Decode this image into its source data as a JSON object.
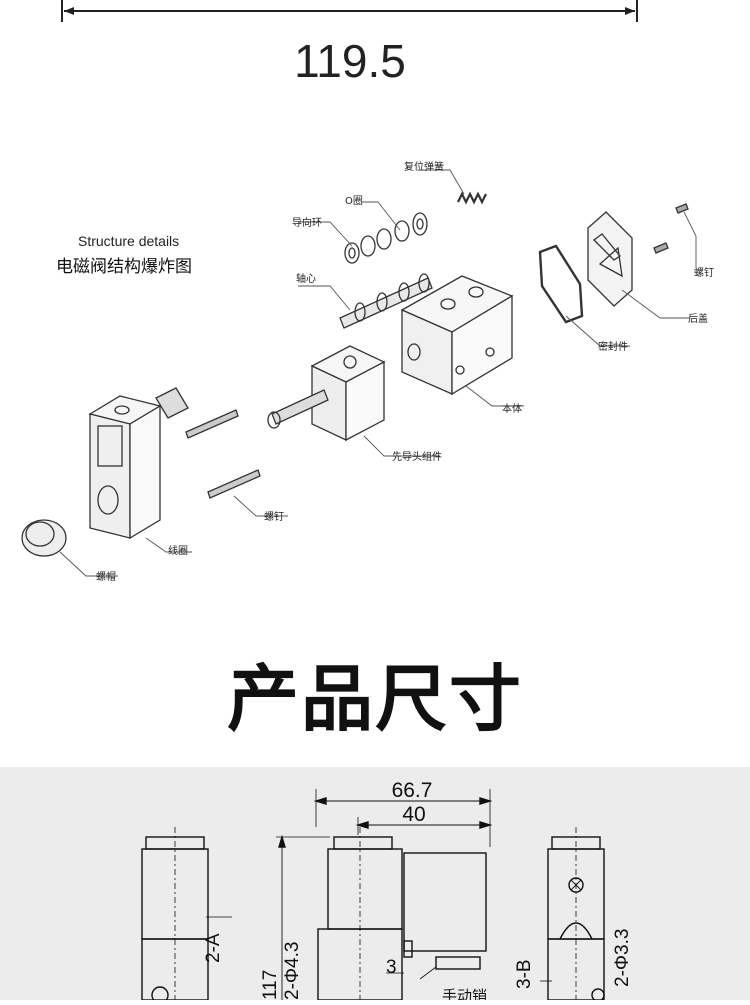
{
  "top_dimension": "119.5",
  "exploded_view": {
    "title_en": "Structure details",
    "title_cn": "电磁阀结构爆炸图",
    "labels": {
      "reset_spring": "复位弹簧",
      "o_ring": "O圈",
      "guide_ring": "导向环",
      "spool": "轴心",
      "screw_top": "螺钉",
      "rear_cover": "后盖",
      "gasket": "密封件",
      "body": "本体",
      "pilot_head": "先导头组件",
      "screw_bottom": "螺钉",
      "coil": "线圈",
      "nut_cap": "螺帽"
    }
  },
  "section_title": "产品尺寸",
  "dimension_drawing": {
    "width_total": "66.7",
    "width_inner": "40",
    "height": "117",
    "hole_left": "2-Φ4.3",
    "port_a": "2-A",
    "port_b": "3-B",
    "hole_right": "2-Φ3.3",
    "port_3": "3",
    "manual_pin": "手动销"
  }
}
